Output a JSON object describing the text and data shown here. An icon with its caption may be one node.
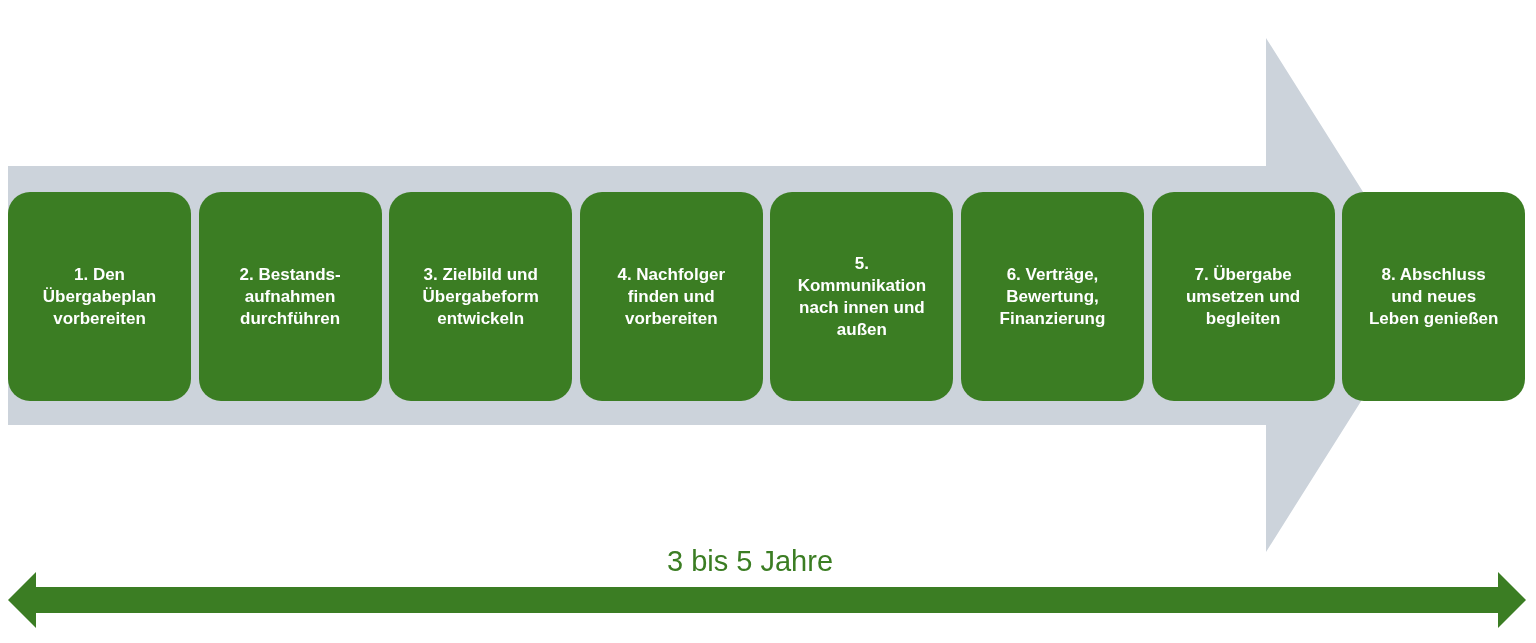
{
  "diagram": {
    "nodes": [
      {
        "text": [
          "1. Den Übergabeplan vorbereiten"
        ]
      },
      {
        "text": [
          "2. Bestands-aufnahmen durchführen"
        ]
      },
      {
        "text": [
          "3. Zielbild und Übergabeform entwickeln"
        ]
      },
      {
        "text": [
          "4. Nachfolger finden und vorbereiten"
        ]
      },
      {
        "text": [
          "5. Kommunikation nach innen und außen"
        ]
      },
      {
        "text": [
          "6. Verträge, Bewertung, Finanzierung"
        ]
      },
      {
        "text": [
          "7. Übergabe umsetzen und begleiten"
        ]
      },
      {
        "text": [
          "8. Abschluss und neues Leben genießen"
        ]
      }
    ],
    "labels": [
      "3 bis 5 Jahre"
    ]
  }
}
